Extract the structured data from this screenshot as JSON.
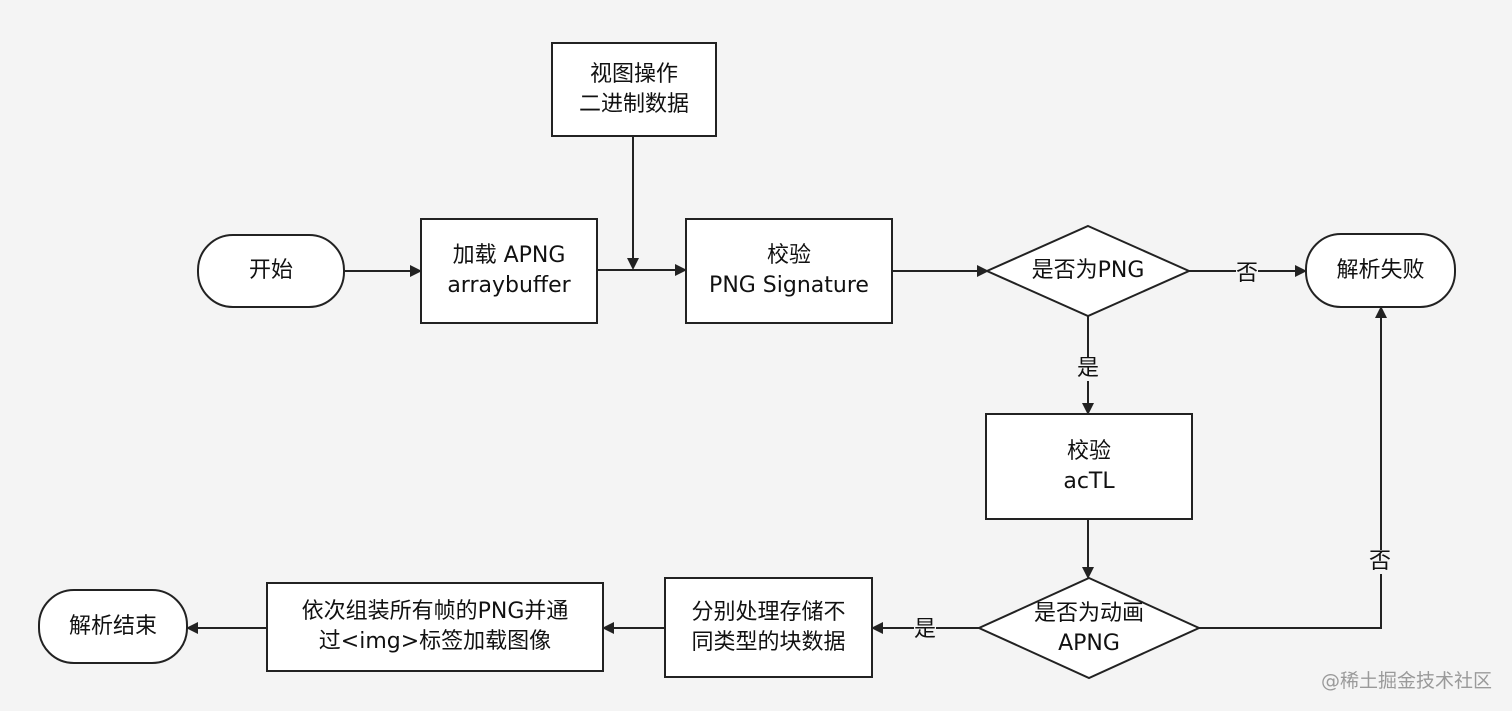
{
  "nodes": {
    "start": "开始",
    "load": {
      "line1": "加载 APNG",
      "line2": "arraybuffer"
    },
    "view": {
      "line1": "视图操作",
      "line2": "二进制数据"
    },
    "check_sig": {
      "line1": "校验",
      "line2": "PNG Signature"
    },
    "is_png": "是否为PNG",
    "fail": "解析失败",
    "check_actl": {
      "line1": "校验",
      "line2": "acTL"
    },
    "is_apng": {
      "line1": "是否为动画",
      "line2": "APNG"
    },
    "process": {
      "line1": "分别处理存储不",
      "line2": "同类型的块数据"
    },
    "assemble": {
      "line1": "依次组装所有帧的PNG并通",
      "line2": "过<img>标签加载图像"
    },
    "end": "解析结束"
  },
  "edge_labels": {
    "png_no": "否",
    "png_yes": "是",
    "apng_no": "否",
    "apng_yes": "是"
  },
  "watermark": "@稀土掘金技术社区",
  "colors": {
    "background": "#f4f4f4",
    "stroke": "#222222",
    "node_fill": "#ffffff"
  }
}
